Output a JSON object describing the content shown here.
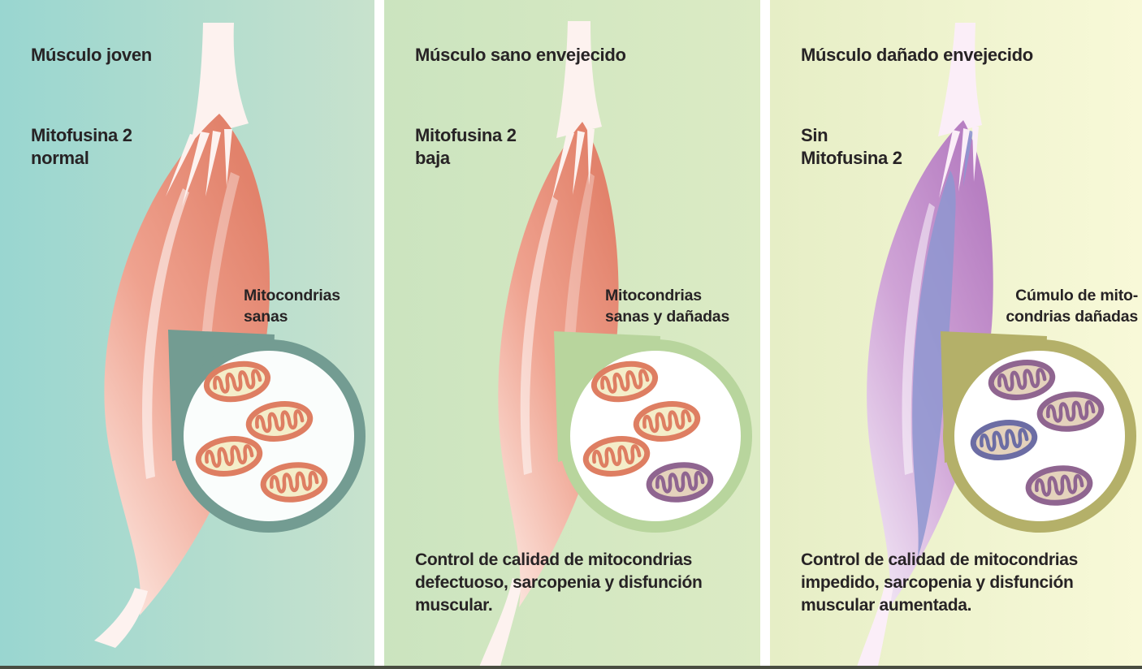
{
  "figure": {
    "type": "medical-illustration",
    "language": "es",
    "text_color": "#272325",
    "divider_color": "#ffffff",
    "bottom_rule_color": "#494d41",
    "mito_colors": {
      "healthy_stroke": "#de7e62",
      "healthy_fill": "#f4edc9",
      "damaged_stroke": "#8f6590",
      "damaged_fill": "#e4d2bc",
      "damaged_blue_stroke": "#6c6da4"
    }
  },
  "panels": [
    {
      "title": "Músculo joven",
      "protein_line1": "Mitofusina 2",
      "protein_line2": "normal",
      "background": {
        "from": "#99d6d0",
        "to": "#c8e2cd"
      },
      "muscle": {
        "state": "joven",
        "dark": "#e2826b",
        "mid": "#efa28f",
        "light": "#fbe0d8",
        "tendon": "#fdf2ef"
      },
      "callout": {
        "label_line1": "Mitocondrias",
        "label_line2": "sanas",
        "ring_color": "#739c92",
        "lens_fill": "#fafdfc",
        "mitochondria": {
          "healthy": 4,
          "damaged": 0
        }
      }
    },
    {
      "title": "Músculo sano envejecido",
      "protein_line1": "Mitofusina 2",
      "protein_line2": "baja",
      "background": {
        "from": "#cbe4bf",
        "to": "#dcebc4"
      },
      "muscle": {
        "state": "sano envejecido",
        "dark": "#e2826b",
        "mid": "#efa28f",
        "light": "#fbe0d8",
        "tendon": "#fdf2ef"
      },
      "callout": {
        "label_line1": "Mitocondrias",
        "label_line2": "sanas y dañadas",
        "ring_color": "#b8d59d",
        "lens_fill": "#ffffff",
        "mitochondria": {
          "healthy": 3,
          "damaged": 1
        }
      },
      "caption_line1": "Control de calidad de mitocondrias",
      "caption_line2": "defectuoso, sarcopenia y disfunción",
      "caption_line3": "muscular."
    },
    {
      "title": "Músculo dañado envejecido",
      "protein_line1": "Sin",
      "protein_line2": "Mitofusina 2",
      "background": {
        "from": "#e6eec6",
        "to": "#f8f9d8"
      },
      "muscle": {
        "state": "dañado envejecido",
        "dark": "#b77fc2",
        "mid": "#cfa3d6",
        "light": "#eee0f2",
        "tendon": "#fbeef8",
        "streak": "#8e97d0"
      },
      "callout": {
        "label_line1": "Cúmulo de mito-",
        "label_line2": "condrias dañadas",
        "ring_color": "#b4b069",
        "lens_fill": "#ffffff",
        "mitochondria": {
          "healthy": 0,
          "damaged": 4
        }
      },
      "caption_line1": "Control de calidad de mitocondrias",
      "caption_line2": "impedido, sarcopenia y disfunción",
      "caption_line3": "muscular aumentada."
    }
  ]
}
